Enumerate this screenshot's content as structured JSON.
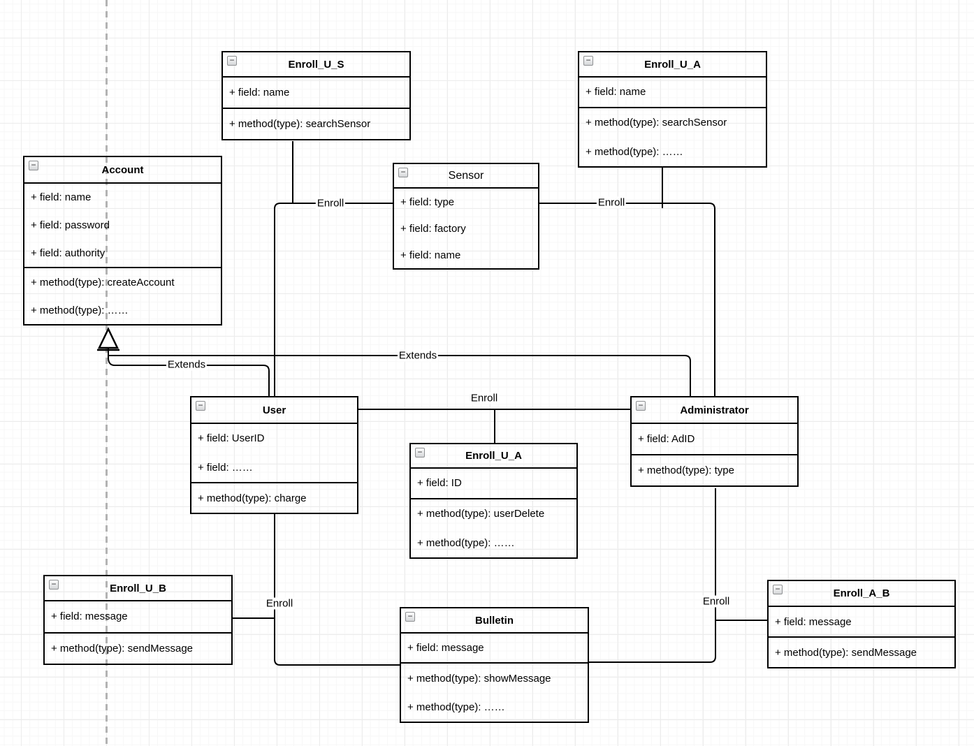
{
  "diagram": {
    "collapse_glyph": "−",
    "classes": [
      {
        "title": "Account",
        "fields": [
          "+ field: name",
          "+ field: password",
          "+ field: authority"
        ],
        "methods": [
          "+ method(type): createAccount",
          "+ method(type): ……"
        ]
      },
      {
        "title": "Enroll_U_S",
        "fields": [
          "+ field: name"
        ],
        "methods": [
          "+ method(type): searchSensor"
        ]
      },
      {
        "title": "Enroll_U_A",
        "fields": [
          "+ field: name"
        ],
        "methods": [
          "+ method(type): searchSensor",
          "+ method(type): ……"
        ]
      },
      {
        "title": "Sensor",
        "fields": [
          "+ field: type",
          "+ field: factory",
          "+ field: name"
        ],
        "methods": []
      },
      {
        "title": "User",
        "fields": [
          "+ field: UserID",
          "+ field: ……"
        ],
        "methods": [
          "+ method(type): charge"
        ]
      },
      {
        "title": "Administrator",
        "fields": [
          "+ field: AdID"
        ],
        "methods": [
          "+ method(type): type"
        ]
      },
      {
        "title": "Enroll_U_A",
        "fields": [
          "+ field: ID"
        ],
        "methods": [
          "+ method(type): userDelete",
          "+ method(type): ……"
        ]
      },
      {
        "title": "Enroll_U_B",
        "fields": [
          "+ field: message"
        ],
        "methods": [
          "+ method(type): sendMessage"
        ]
      },
      {
        "title": "Bulletin",
        "fields": [
          "+ field: message"
        ],
        "methods": [
          "+ method(type): showMessage",
          "+ method(type): ……"
        ]
      },
      {
        "title": "Enroll_A_B",
        "fields": [
          "+ field: message"
        ],
        "methods": [
          "+ method(type): sendMessage"
        ]
      }
    ],
    "edges": [
      {
        "from": "User",
        "to": "Sensor",
        "label": "Enroll",
        "type": "association"
      },
      {
        "from": "Sensor",
        "to": "Administrator",
        "label": "Enroll",
        "type": "association"
      },
      {
        "from": "Administrator",
        "to": "Account",
        "label": "Extends",
        "type": "generalization"
      },
      {
        "from": "User",
        "to": "Account",
        "label": "Extends",
        "type": "generalization"
      },
      {
        "from": "User",
        "to": "Administrator",
        "label": "Enroll",
        "type": "association"
      },
      {
        "from": "User",
        "to": "Bulletin",
        "label": "Enroll",
        "type": "association"
      },
      {
        "from": "Administrator",
        "to": "Bulletin",
        "label": "Enroll",
        "type": "association"
      }
    ]
  }
}
